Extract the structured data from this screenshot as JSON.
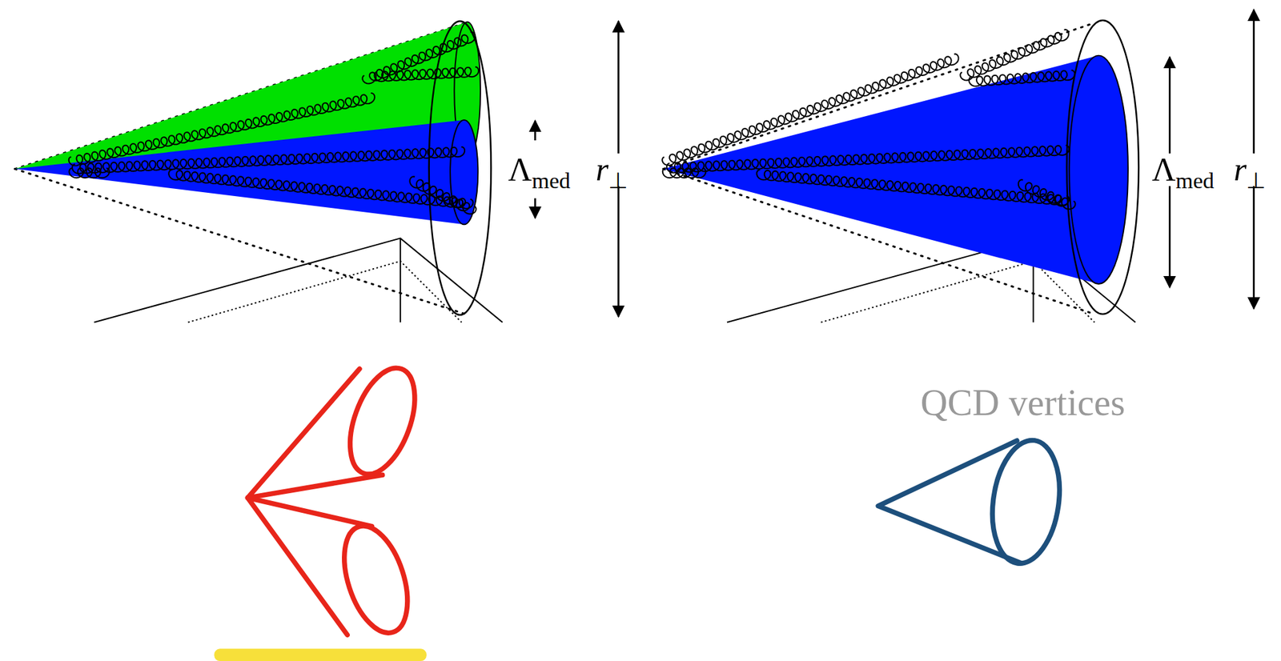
{
  "diagram": {
    "labels": [
      "Λ",
      "med",
      "r",
      "⊥",
      "Λ",
      "med",
      "r",
      "⊥",
      "QCD vertices"
    ]
  }
}
